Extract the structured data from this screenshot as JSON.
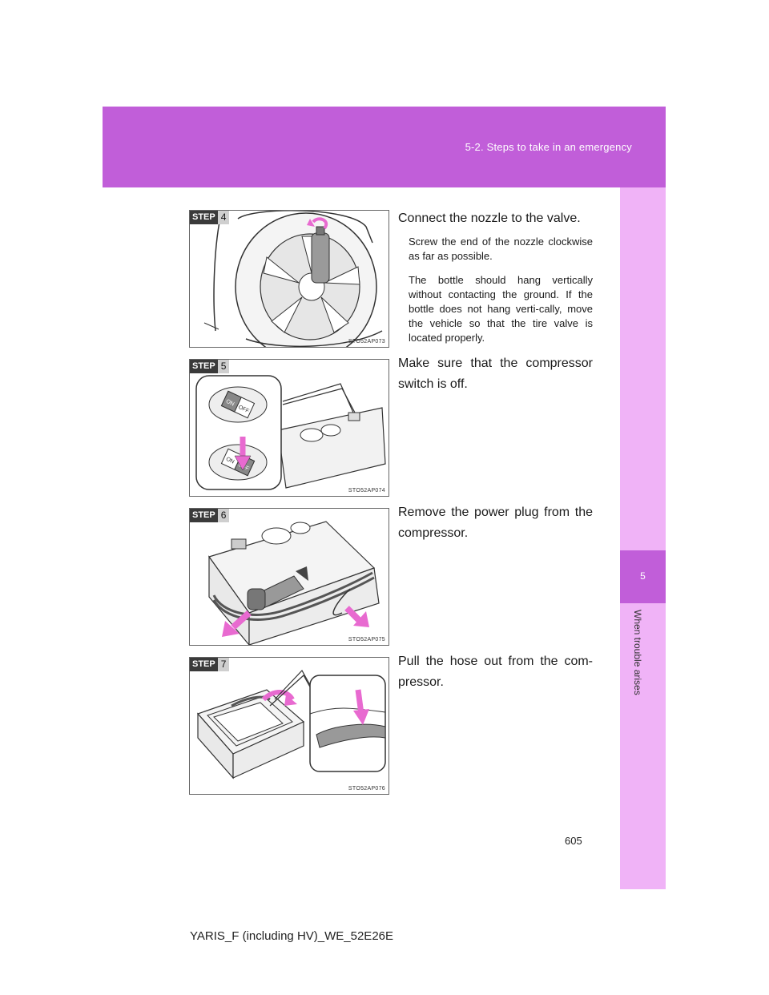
{
  "header": {
    "section_title": "5-2. Steps to take in an emergency"
  },
  "side_tab": {
    "chapter_number": "5",
    "chapter_label": "When trouble arises"
  },
  "steps": [
    {
      "badge_word": "STEP",
      "badge_number": "4",
      "figure_code": "STO52AP073",
      "heading": "Connect the nozzle to the valve.",
      "notes": [
        "Screw the end of the nozzle clockwise as far as possible.",
        "The bottle should hang vertically without contacting the ground. If the bottle does not hang verti-cally, move the vehicle so that the tire valve is located properly."
      ]
    },
    {
      "badge_word": "STEP",
      "badge_number": "5",
      "figure_code": "STO52AP074",
      "heading": "Make sure that the compressor switch is off.",
      "switch_labels": {
        "on": "ON",
        "off": "OFF"
      }
    },
    {
      "badge_word": "STEP",
      "badge_number": "6",
      "figure_code": "STO52AP075",
      "heading": "Remove the power plug from the compressor."
    },
    {
      "badge_word": "STEP",
      "badge_number": "7",
      "figure_code": "STO52AP076",
      "heading": "Pull the hose out from the com-pressor."
    }
  ],
  "page_number": "605",
  "footer_code": "YARIS_F (including HV)_WE_52E26E",
  "colors": {
    "header": "#c15ed9",
    "side_tab": "#f0b3f7",
    "arrow": "#e86ad0"
  }
}
